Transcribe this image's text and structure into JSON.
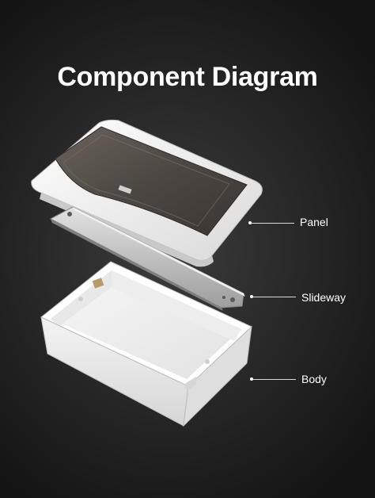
{
  "title": "Component Diagram",
  "components": {
    "panel": {
      "label": "Panel"
    },
    "slideway": {
      "label": "Slideway"
    },
    "body": {
      "label": "Body"
    }
  },
  "colors": {
    "background": "#262626",
    "text": "#ffffff",
    "plastic": "#f2f2f2",
    "window": "#4a4541",
    "rail": "#c4c4c4"
  }
}
